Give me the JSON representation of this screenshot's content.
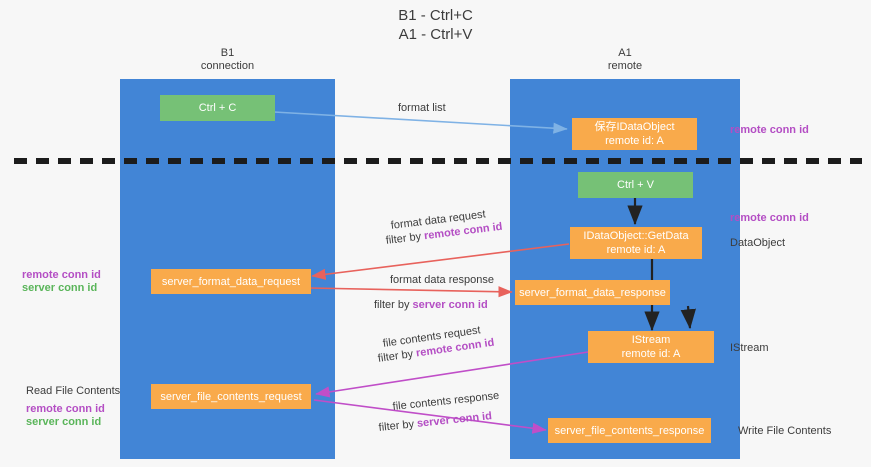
{
  "title": {
    "line1": "B1 - Ctrl+C",
    "line2": "A1 - Ctrl+V"
  },
  "lanes": [
    {
      "name": "b1",
      "header_line1": "B1",
      "header_line2": "connection"
    },
    {
      "name": "a1",
      "header_line1": "A1",
      "header_line2": "remote"
    }
  ],
  "nodes": {
    "ctrl_c": {
      "label": "Ctrl + C",
      "color": "#76c176"
    },
    "save_idataobject": {
      "line1": "保存IDataObject",
      "line2": "remote id: A",
      "color": "#f9aa4b"
    },
    "ctrl_v": {
      "label": "Ctrl + V",
      "color": "#76c176"
    },
    "getdata": {
      "line1": "IDataObject::GetData",
      "line2": "remote id: A",
      "color": "#f9aa4b"
    },
    "server_format_data_request": {
      "label": "server_format_data_request",
      "color": "#f9aa4b"
    },
    "server_format_data_response": {
      "label": "server_format_data_response",
      "color": "#f9aa4b"
    },
    "istream": {
      "line1": "IStream",
      "line2": "remote id: A",
      "color": "#f9aa4b"
    },
    "server_file_contents_request": {
      "label": "server_file_contents_request",
      "color": "#f9aa4b"
    },
    "server_file_contents_response": {
      "label": "server_file_contents_response",
      "color": "#f9aa4b"
    }
  },
  "edge_labels": {
    "format_list": "format list",
    "format_data_request": "format data request",
    "format_data_request_filter_prefix": "filter by ",
    "format_data_request_filter_key": "remote conn id",
    "format_data_response": "format data response",
    "format_data_response_filter_prefix": "filter by ",
    "format_data_response_filter_key": "server conn id",
    "file_contents_request": "file contents request",
    "file_contents_request_filter_prefix": "filter by ",
    "file_contents_request_filter_key": "remote conn id",
    "file_contents_response": "file contents response",
    "file_contents_response_filter_prefix": "filter by ",
    "file_contents_response_filter_key": "server conn id"
  },
  "right_labels": {
    "remote_conn_id_top": "remote conn id",
    "remote_conn_id_mid": "remote conn id",
    "dataobject": "DataObject",
    "istream": "IStream",
    "write_file_contents": "Write File Contents"
  },
  "left_labels": {
    "remote_conn_id_mid": "remote conn id",
    "server_conn_id_mid": "server conn id",
    "read_file_contents": "Read File Contents",
    "remote_conn_id_bottom": "remote conn id",
    "server_conn_id_bottom": "server conn id"
  },
  "colors": {
    "lane": "#4285d6",
    "orange": "#f9aa4b",
    "green": "#76c176",
    "purple_key": "#b44ec4",
    "green_key": "#5ab55a",
    "arrow_blue": "#7fb2e5",
    "arrow_red": "#e8625c",
    "arrow_magenta": "#c04ec8",
    "arrow_black": "#222222",
    "divider": "#1c1c1c",
    "background": "#f7f7f7"
  }
}
